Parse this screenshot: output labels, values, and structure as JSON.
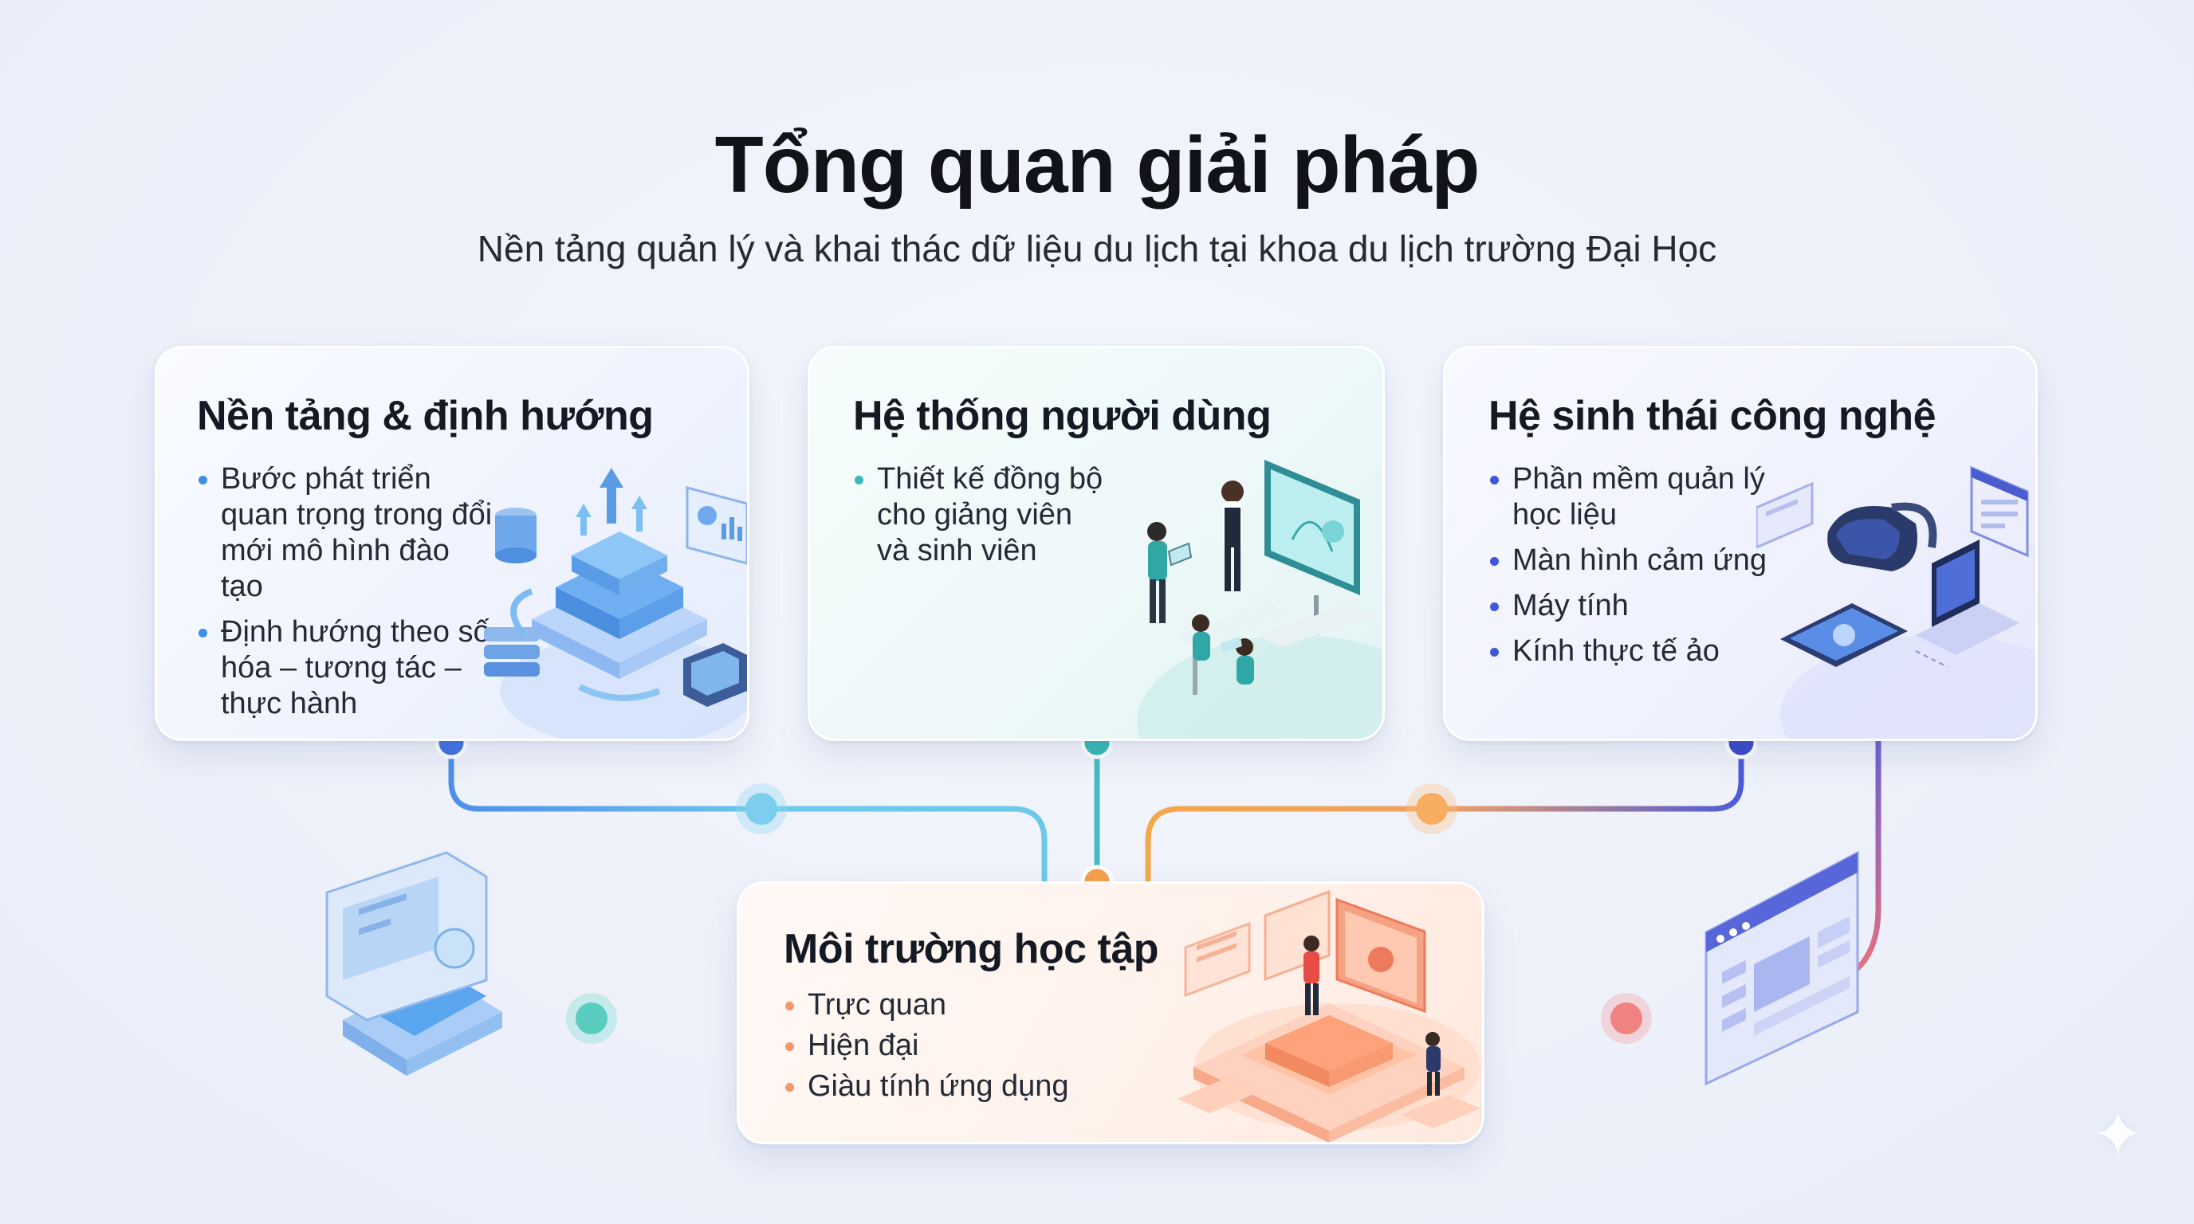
{
  "header": {
    "title": "Tổng quan giải pháp",
    "subtitle": "Nền tảng quản lý và khai thác dữ liệu du lịch tại khoa du lịch trường Đại Học"
  },
  "cards": {
    "foundation": {
      "title": "Nền tảng & định hướng",
      "items": [
        "Bước phát triển quan trọng trong đổi mới mô hình đào tạo",
        "Định hướng theo số hóa – tương tác – thực hành"
      ],
      "accent": "#3f8ee6"
    },
    "users": {
      "title": "Hệ thống người dùng",
      "items": [
        "Thiết kế đồng bộ cho giảng viên và sinh viên"
      ],
      "accent": "#3bbac0"
    },
    "ecosystem": {
      "title": "Hệ sinh thái công nghệ",
      "items": [
        "Phần mềm quản lý học liệu",
        "Màn hình cảm ứng",
        "Máy tính",
        "Kính thực tế ảo"
      ],
      "accent": "#3f58d6"
    },
    "environment": {
      "title": "Môi trường học tập",
      "items": [
        "Trực quan",
        "Hiện đại",
        "Giàu tính ứng dụng"
      ],
      "accent": "#f4976a"
    }
  },
  "icons": {
    "foundation": "data-server-cloud-icon",
    "users": "teacher-presentation-icon",
    "ecosystem": "vr-devices-icon",
    "environment": "interactive-platform-icon",
    "left_side": "monitor-screen-icon",
    "right_side": "web-window-icon",
    "corner": "sparkle-icon"
  },
  "colors": {
    "blue": "#3f8ee6",
    "teal": "#3bbac0",
    "indigo": "#3f58d6",
    "orange": "#f4a04c",
    "coral": "#ef6f6a"
  }
}
